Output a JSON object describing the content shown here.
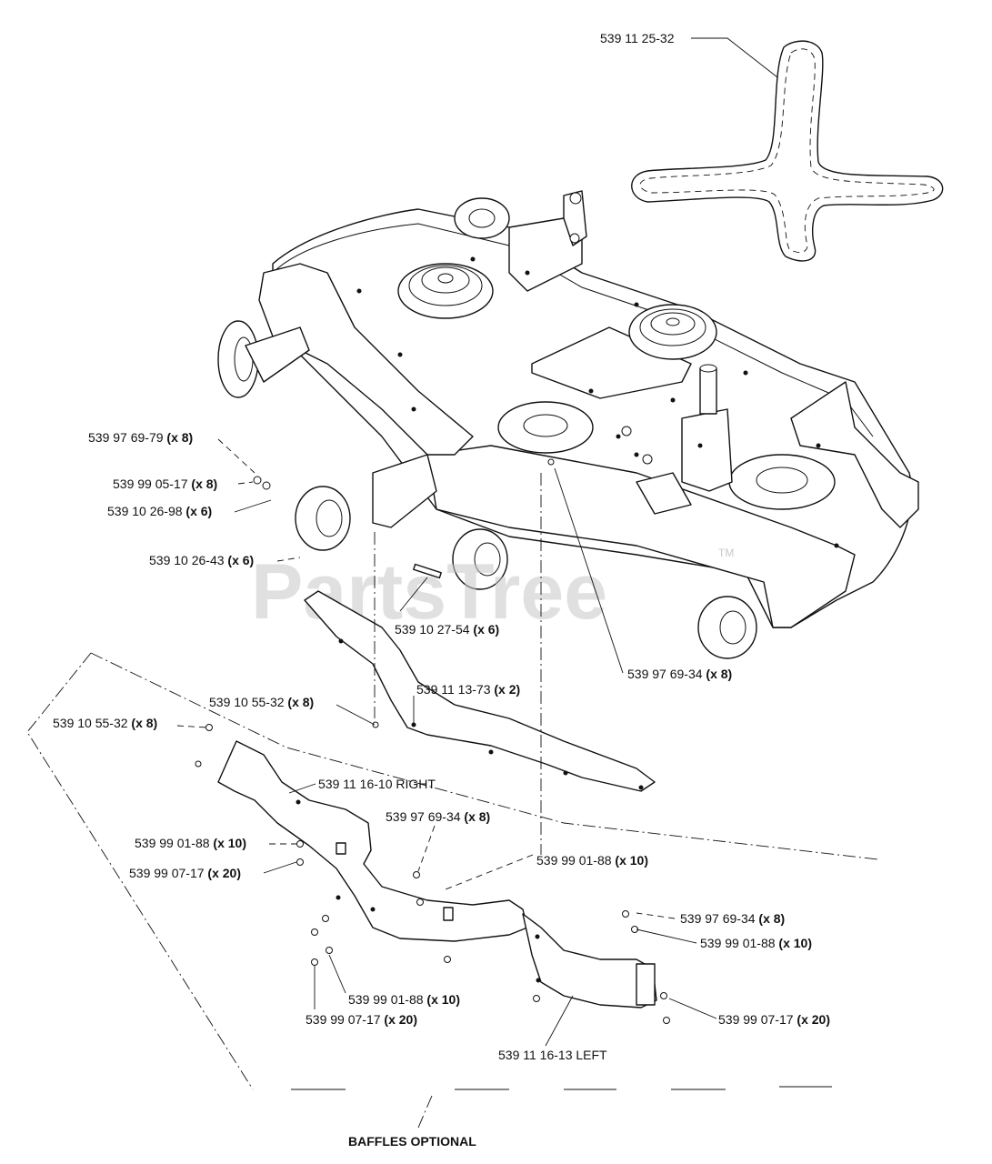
{
  "watermark": {
    "text": "PartsTree",
    "trademark": "TM"
  },
  "labels": {
    "belt": {
      "part": "539 11 25-32",
      "qty": ""
    },
    "nut_top": {
      "part": "539 97 69-79",
      "qty": "(x 8)"
    },
    "washer_top": {
      "part": "539 99 05-17",
      "qty": "(x 8)"
    },
    "wheel": {
      "part": "539 10 26-98",
      "qty": "(x 6)"
    },
    "bushing": {
      "part": "539 10 26-43",
      "qty": "(x 6)"
    },
    "bolt_wheel": {
      "part": "539 10 27-54",
      "qty": "(x 6)"
    },
    "nut_deck": {
      "part": "539 97 69-34",
      "qty": "(x 8)"
    },
    "bolt_center": {
      "part": "539 10 55-32",
      "qty": "(x 8)"
    },
    "bracket": {
      "part": "539 11 13-73",
      "qty": "(x 2)"
    },
    "bolt_left": {
      "part": "539 10 55-32",
      "qty": "(x 8)"
    },
    "baffle_right": {
      "part": "539 11 16-10 RIGHT",
      "qty": ""
    },
    "nut_baffle": {
      "part": "539 97 69-34",
      "qty": "(x 8)"
    },
    "bolt_baffle_left": {
      "part": "539 99 01-88",
      "qty": "(x 10)"
    },
    "washer_baffle_left": {
      "part": "539 99 07-17",
      "qty": "(x 20)"
    },
    "bolt_baffle_center": {
      "part": "539 99 01-88",
      "qty": "(x 10)"
    },
    "nut_right_baffle": {
      "part": "539 97 69-34",
      "qty": "(x 8)"
    },
    "bolt_right_baffle": {
      "part": "539 99 01-88",
      "qty": "(x 10)"
    },
    "bolt_lower": {
      "part": "539 99 01-88",
      "qty": "(x 10)"
    },
    "washer_lower": {
      "part": "539 99 07-17",
      "qty": "(x 20)"
    },
    "washer_right_lower": {
      "part": "539 99 07-17",
      "qty": "(x 20)"
    },
    "baffle_left": {
      "part": "539 11 16-13 LEFT",
      "qty": ""
    }
  },
  "footer": {
    "baffles_optional": "BAFFLES OPTIONAL"
  }
}
